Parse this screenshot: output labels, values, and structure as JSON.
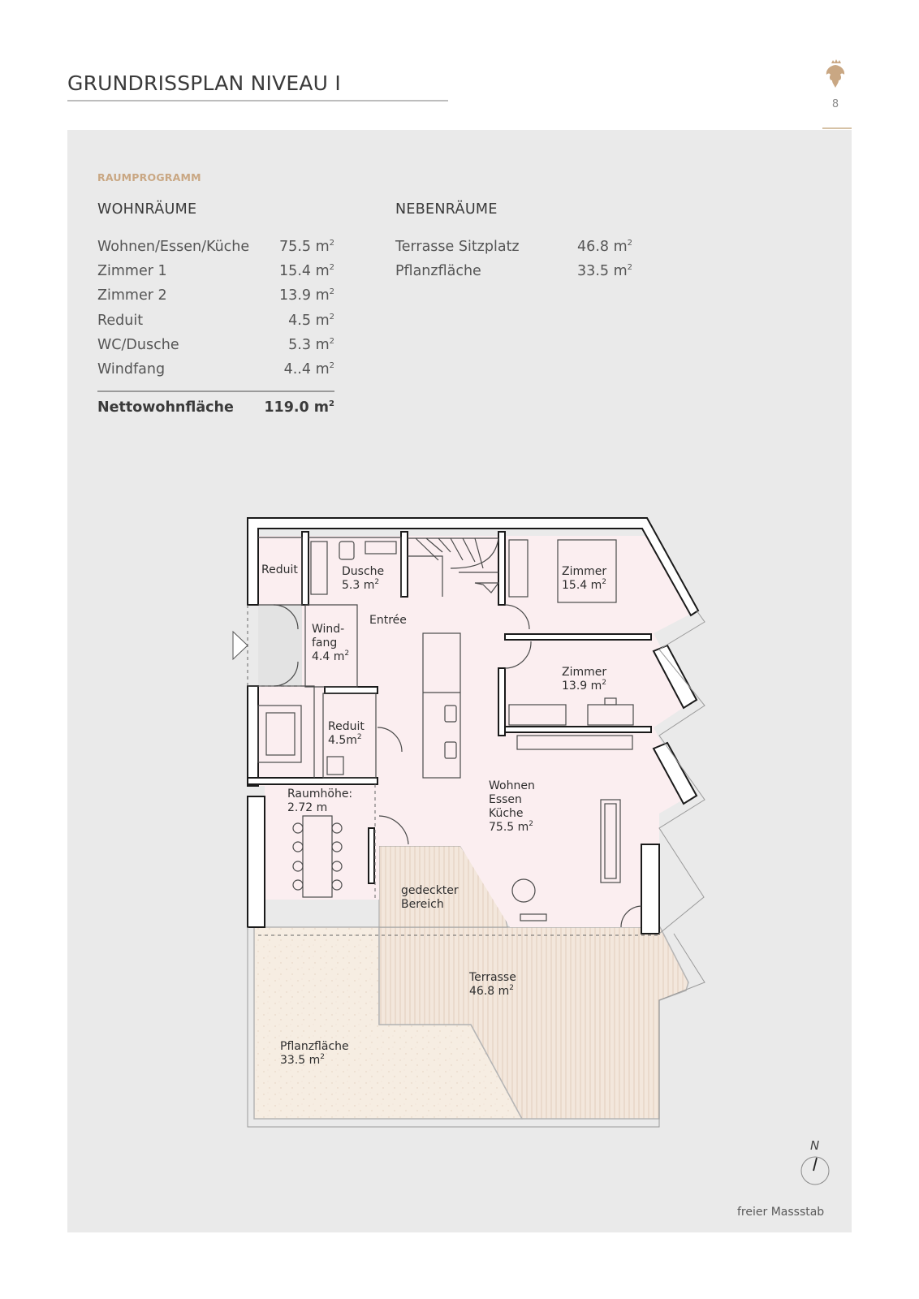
{
  "header": {
    "title": "GRUNDRISSPLAN NIVEAU I",
    "page_number": "8"
  },
  "raumprogramm": {
    "overline": "RAUMPROGRAMM",
    "wohnraeume": {
      "heading": "WOHNRÄUME",
      "rows": [
        {
          "name": "Wohnen/Essen/Küche",
          "area": "75.5 m"
        },
        {
          "name": "Zimmer 1",
          "area": "15.4 m"
        },
        {
          "name": "Zimmer 2",
          "area": "13.9 m"
        },
        {
          "name": "Reduit",
          "area": "4.5 m"
        },
        {
          "name": "WC/Dusche",
          "area": "5.3 m"
        },
        {
          "name": "Windfang",
          "area": "4..4 m"
        }
      ],
      "unit_sup": "2",
      "total_label": "Nettowohnfläche",
      "total_value": "119.0 m",
      "total_sup": "2"
    },
    "nebenraeume": {
      "heading": "NEBENRÄUME",
      "rows": [
        {
          "name": "Terrasse Sitzplatz",
          "area": "46.8 m"
        },
        {
          "name": "Pflanzfläche",
          "area": "33.5 m"
        }
      ],
      "unit_sup": "2"
    }
  },
  "plan": {
    "labels": {
      "reduit_top": "Reduit",
      "dusche": "Dusche",
      "dusche_area": "5.3 m",
      "zimmer1": "Zimmer",
      "zimmer1_area": "15.4 m",
      "entree": "Entrée",
      "windfang_1": "Wind-",
      "windfang_2": "fang",
      "windfang_area": "4.4 m",
      "zimmer2": "Zimmer",
      "zimmer2_area": "13.9 m",
      "reduit2": "Reduit",
      "reduit2_area": "4.5m",
      "raumhoehe_1": "Raumhöhe:",
      "raumhoehe_2": "2.72 m",
      "wohnen_1": "Wohnen",
      "wohnen_2": "Essen",
      "wohnen_3": "Küche",
      "wohnen_area": "75.5 m",
      "gedeckter_1": "gedeckter",
      "gedeckter_2": "Bereich",
      "terrasse": "Terrasse",
      "terrasse_area": "46.8 m",
      "pflanz": "Pflanzfläche",
      "pflanz_area": "33.5 m",
      "sup": "2"
    },
    "colors": {
      "room_fill": "#fbeef0",
      "garden_fill": "#f5ebe0",
      "terrace_fill": "#f2e6dc",
      "wall": "#1a1a1a",
      "accent": "#c9a783"
    }
  },
  "compass": {
    "north_label": "N"
  },
  "footer": {
    "scale_note": "freier Massstab"
  }
}
